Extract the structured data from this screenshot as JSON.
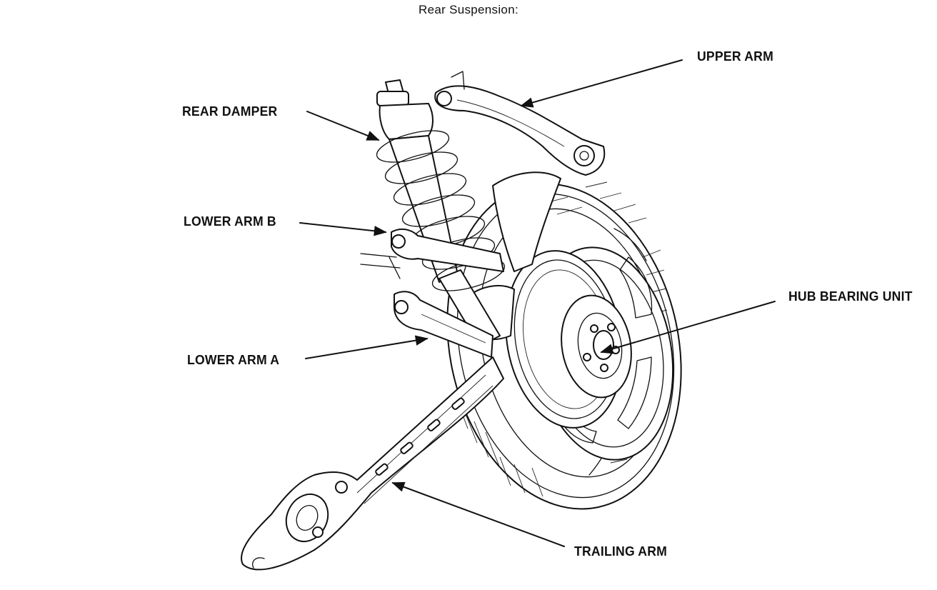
{
  "title": "Rear Suspension:",
  "labels": {
    "upper_arm": "UPPER ARM",
    "rear_damper": "REAR DAMPER",
    "lower_arm_b": "LOWER ARM B",
    "hub_bearing_unit": "HUB BEARING UNIT",
    "lower_arm_a": "LOWER ARM A",
    "trailing_arm": "TRAILING ARM"
  }
}
